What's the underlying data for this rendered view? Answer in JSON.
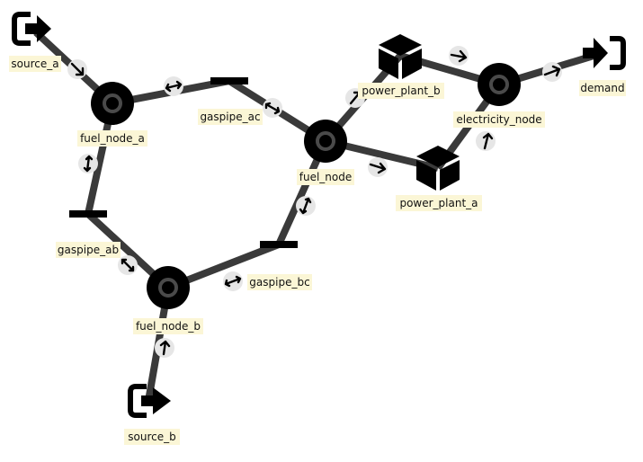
{
  "nodes": {
    "source_a": "source_a",
    "source_b": "source_b",
    "fuel_node_a": "fuel_node_a",
    "fuel_node_b": "fuel_node_b",
    "fuel_node": "fuel_node",
    "gaspipe_ab": "gaspipe_ab",
    "gaspipe_ac": "gaspipe_ac",
    "gaspipe_bc": "gaspipe_bc",
    "power_plant_a": "power_plant_a",
    "power_plant_b": "power_plant_b",
    "electricity_node": "electricity_node",
    "demand": "demand"
  },
  "colors": {
    "edge": "#3a3a3a",
    "node": "#000000",
    "marker_bg": "#e6e6e6",
    "label_bg": "#fbf6d6"
  }
}
